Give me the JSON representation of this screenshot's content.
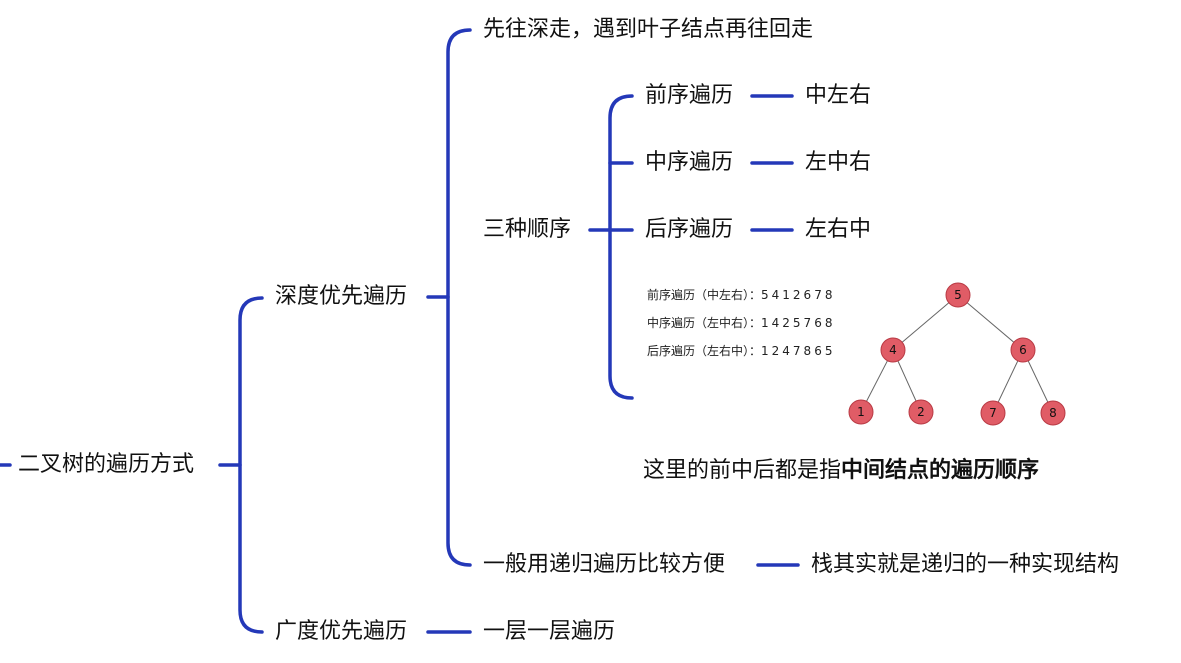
{
  "root": "二叉树的遍历方式",
  "depth_first": {
    "label": "深度优先遍历",
    "idea": "先往深走，遇到叶子结点再往回走",
    "orders_label": "三种顺序",
    "orders": [
      {
        "name": "前序遍历",
        "pattern": "中左右"
      },
      {
        "name": "中序遍历",
        "pattern": "左中右"
      },
      {
        "name": "后序遍历",
        "pattern": "左右中"
      }
    ],
    "examples": [
      {
        "label": "前序遍历（中左右）：",
        "sequence": "5412678"
      },
      {
        "label": "中序遍历（左中右）：",
        "sequence": "1425768"
      },
      {
        "label": "后序遍历（左右中）：",
        "sequence": "1247865"
      }
    ],
    "tree_nodes": [
      "5",
      "4",
      "6",
      "1",
      "2",
      "7",
      "8"
    ],
    "note_prefix": "这里的前中后都是指",
    "note_bold": "中间结点的遍历顺序",
    "recursion": "一般用递归遍历比较方便",
    "recursion_note": "栈其实就是递归的一种实现结构"
  },
  "breadth_first": {
    "label": "广度优先遍历",
    "desc": "一层一层遍历"
  },
  "colors": {
    "connector": "#2438b8",
    "node_fill": "#e05c66",
    "node_stroke": "#b93a44"
  }
}
